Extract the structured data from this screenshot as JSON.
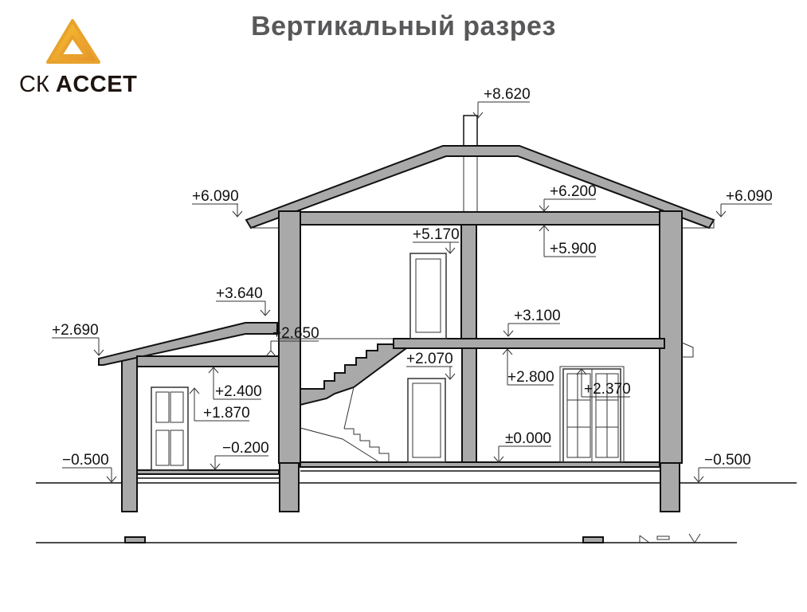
{
  "title": "Вертикальный разрез",
  "logo": {
    "prefix": "СК",
    "name": "ACCET",
    "icon": "triangle-logo-icon",
    "colors": [
      "#f7c531",
      "#e79a2c"
    ]
  },
  "levels": {
    "ridge": "+8.620",
    "eave_left": "+6.090",
    "attic_floor_top": "+6.200",
    "eave_right": "+6.090",
    "upper_door_top": "+5.170",
    "second_ceiling": "+5.900",
    "annex_roof_top": "+3.640",
    "annex_eave": "+2.690",
    "annex_roof_base": "+2.650",
    "second_floor": "+3.100",
    "ground_door_top": "+2.070",
    "first_ceiling": "+2.800",
    "annex_ceiling": "+2.400",
    "annex_door_top": "+1.870",
    "french_door_top": "+2.370",
    "annex_floor": "−0.200",
    "main_floor": "±0.000",
    "ground_left": "−0.500",
    "ground_right": "−0.500"
  }
}
